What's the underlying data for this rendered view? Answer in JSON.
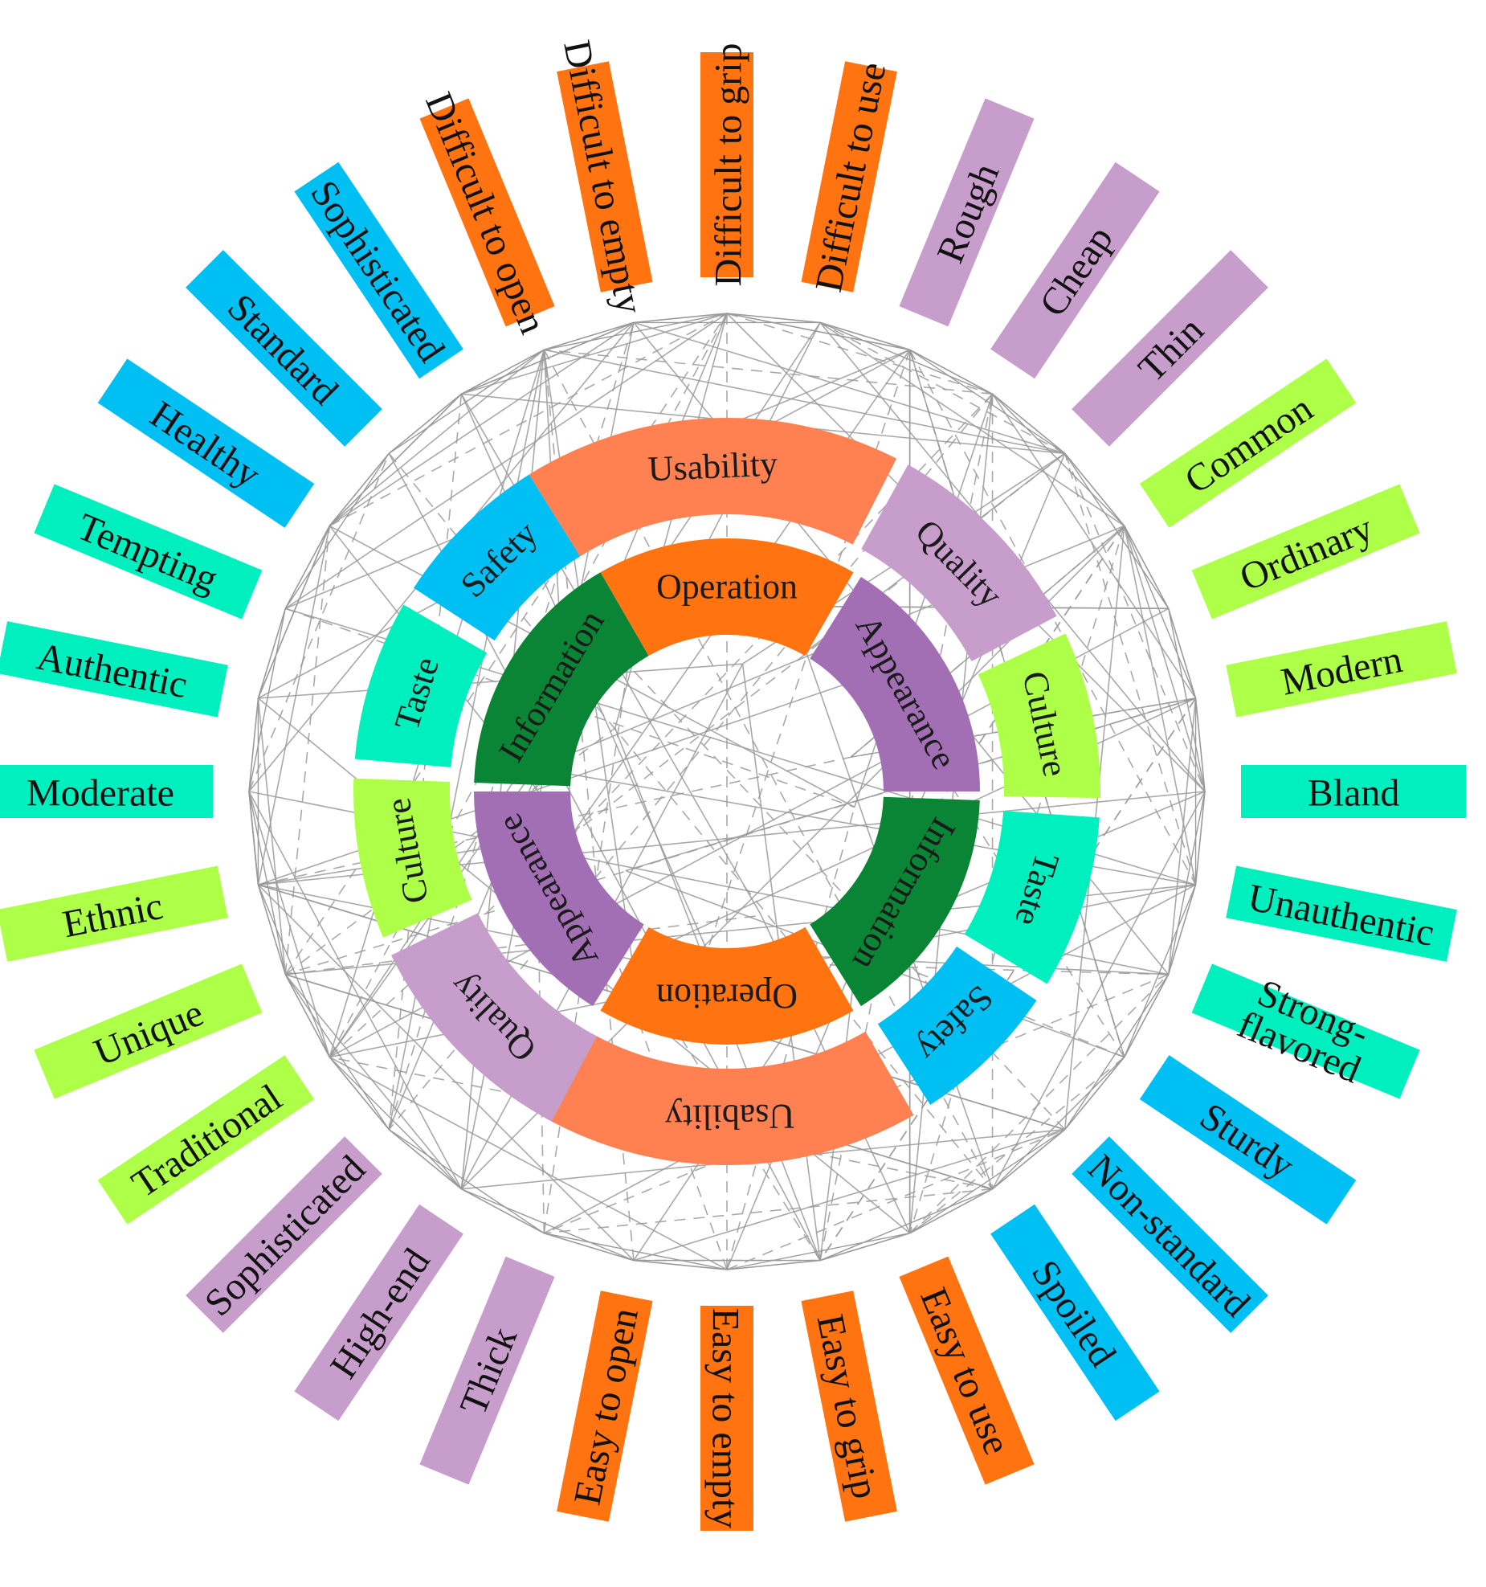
{
  "colors": {
    "Operation": "#FF7410",
    "Usability": "#FF8050",
    "Appearance": "#A26FB5",
    "Quality": "#C79ECB",
    "Information": "#0A8435",
    "Culture": "#ADFF47",
    "Taste": "#00EFBF",
    "Safety": "#00BFF2",
    "lines": "#9a9a9a"
  },
  "inner_ring": [
    {
      "label": "Operation",
      "category": "Operation"
    },
    {
      "label": "Appearance",
      "category": "Appearance"
    },
    {
      "label": "Information",
      "category": "Information"
    },
    {
      "label": "Operation",
      "category": "Operation"
    },
    {
      "label": "Appearance",
      "category": "Appearance"
    },
    {
      "label": "Information",
      "category": "Information"
    }
  ],
  "middle_ring": [
    {
      "label": "Usability",
      "category": "Usability"
    },
    {
      "label": "Quality",
      "category": "Quality"
    },
    {
      "label": "Culture",
      "category": "Culture"
    },
    {
      "label": "Taste",
      "category": "Taste"
    },
    {
      "label": "Safety",
      "category": "Safety"
    },
    {
      "label": "Usability",
      "category": "Usability"
    },
    {
      "label": "Quality",
      "category": "Quality"
    },
    {
      "label": "Culture",
      "category": "Culture"
    },
    {
      "label": "Taste",
      "category": "Taste"
    },
    {
      "label": "Safety",
      "category": "Safety"
    }
  ],
  "outer_labels": [
    {
      "label": "Difficult to grip",
      "category": "Operation"
    },
    {
      "label": "Difficult to use",
      "category": "Operation"
    },
    {
      "label": "Rough",
      "category": "Quality"
    },
    {
      "label": "Cheap",
      "category": "Quality"
    },
    {
      "label": "Thin",
      "category": "Quality"
    },
    {
      "label": "Common",
      "category": "Culture"
    },
    {
      "label": "Ordinary",
      "category": "Culture"
    },
    {
      "label": "Modern",
      "category": "Culture"
    },
    {
      "label": "Bland",
      "category": "Taste"
    },
    {
      "label": "Unauthentic",
      "category": "Taste"
    },
    {
      "label": "Strong-\nflavored",
      "category": "Taste"
    },
    {
      "label": "Sturdy",
      "category": "Safety"
    },
    {
      "label": "Non-standard",
      "category": "Safety"
    },
    {
      "label": "Spoiled",
      "category": "Safety"
    },
    {
      "label": "Easy to use",
      "category": "Operation"
    },
    {
      "label": "Easy to grip",
      "category": "Operation"
    },
    {
      "label": "Easy to empty",
      "category": "Operation"
    },
    {
      "label": "Easy to open",
      "category": "Operation"
    },
    {
      "label": "Thick",
      "category": "Quality"
    },
    {
      "label": "High-end",
      "category": "Quality"
    },
    {
      "label": "Sophisticated",
      "category": "Quality"
    },
    {
      "label": "Traditional",
      "category": "Culture"
    },
    {
      "label": "Unique",
      "category": "Culture"
    },
    {
      "label": "Ethnic",
      "category": "Culture"
    },
    {
      "label": "Moderate",
      "category": "Taste"
    },
    {
      "label": "Authentic",
      "category": "Taste"
    },
    {
      "label": "Tempting",
      "category": "Taste"
    },
    {
      "label": "Healthy",
      "category": "Safety"
    },
    {
      "label": "Standard",
      "category": "Safety"
    },
    {
      "label": "Sophisticated",
      "category": "Safety"
    },
    {
      "label": "Difficult to open",
      "category": "Operation"
    },
    {
      "label": "Difficult to empty",
      "category": "Operation"
    }
  ]
}
